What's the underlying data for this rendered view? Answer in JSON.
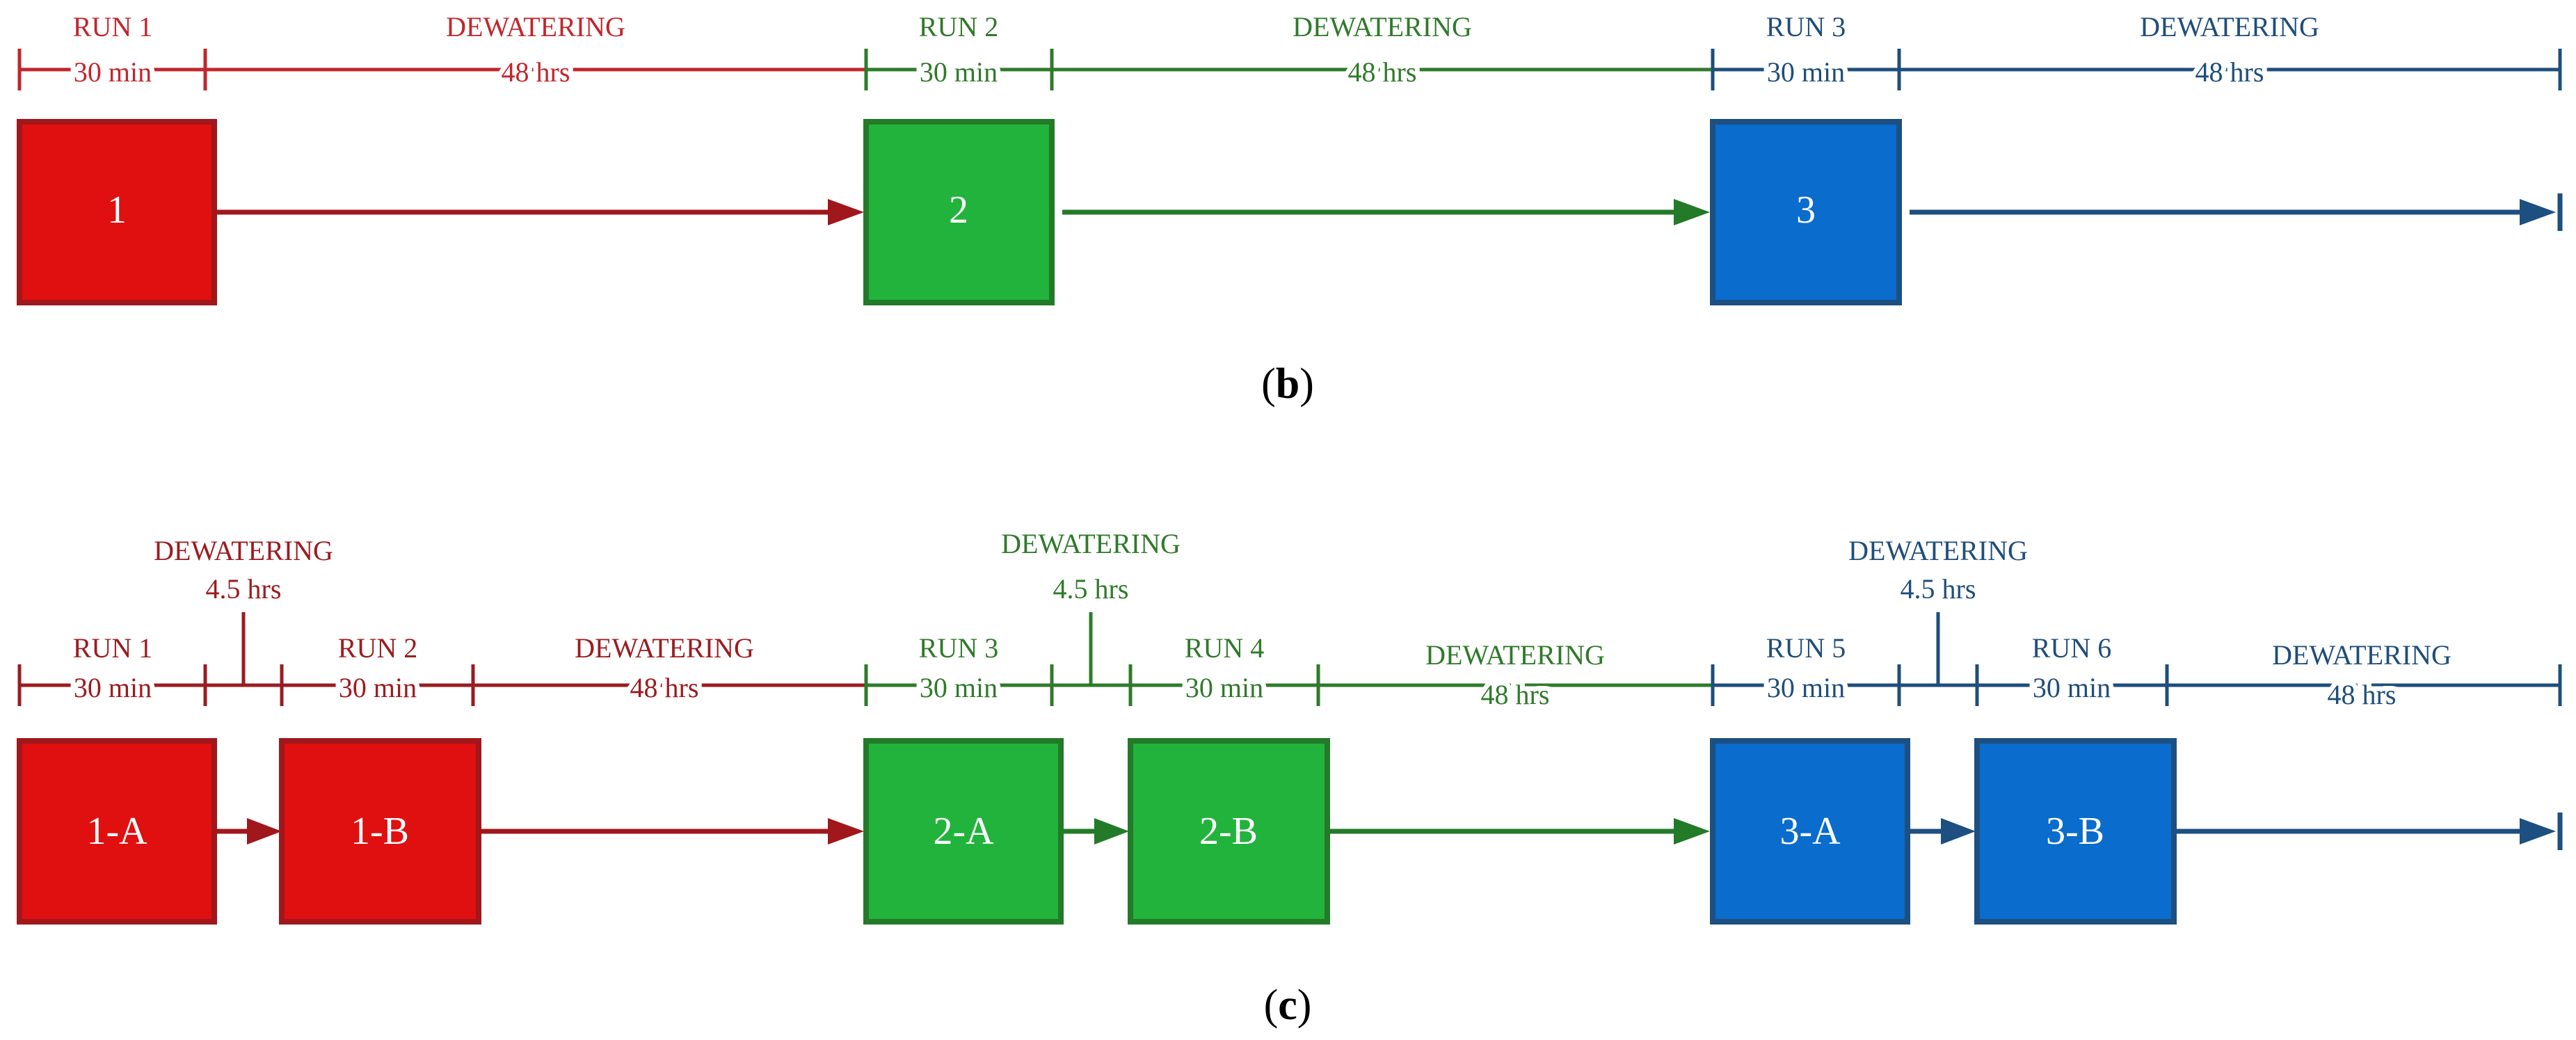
{
  "panel_b": {
    "caption_open": "(",
    "caption_letter": "b",
    "caption_close": ")",
    "segments": [
      {
        "title": "RUN 1",
        "duration": "30 min",
        "color": "#c0272d"
      },
      {
        "title": "DEWATERING",
        "duration": "48 hrs",
        "color": "#c0272d"
      },
      {
        "title": "RUN 2",
        "duration": "30 min",
        "color": "#2f7a2a"
      },
      {
        "title": "DEWATERING",
        "duration": "48 hrs",
        "color": "#2f7a2a"
      },
      {
        "title": "RUN 3",
        "duration": "30 min",
        "color": "#1f4e7a"
      },
      {
        "title": "DEWATERING",
        "duration": "48 hrs",
        "color": "#1f4e7a"
      }
    ],
    "boxes": [
      {
        "label": "1",
        "fill": "#e01010",
        "stroke": "#a0171c"
      },
      {
        "label": "2",
        "fill": "#22b33c",
        "stroke": "#237a28"
      },
      {
        "label": "3",
        "fill": "#0a6ccc",
        "stroke": "#1d4f80"
      }
    ]
  },
  "panel_c": {
    "caption_open": "(",
    "caption_letter": "c",
    "caption_close": ")",
    "segments": [
      {
        "title": "RUN 1",
        "duration": "30 min",
        "color": "#9b1c20"
      },
      {
        "title": "RUN 2",
        "duration": "30 min",
        "color": "#9b1c20"
      },
      {
        "title": "DEWATERING",
        "duration": "48 hrs",
        "color": "#9b1c20"
      },
      {
        "title": "RUN 3",
        "duration": "30 min",
        "color": "#2f7a2a"
      },
      {
        "title": "RUN 4",
        "duration": "30 min",
        "color": "#2f7a2a"
      },
      {
        "title": "DEWATERING",
        "duration": "48 hrs",
        "color": "#2f7a2a"
      },
      {
        "title": "RUN 5",
        "duration": "30 min",
        "color": "#1f4e7a"
      },
      {
        "title": "RUN 6",
        "duration": "30 min",
        "color": "#1f4e7a"
      },
      {
        "title": "DEWATERING",
        "duration": "48 hrs",
        "color": "#1f4e7a"
      }
    ],
    "short_dewatering": [
      {
        "title": "DEWATERING",
        "duration": "4.5 hrs",
        "color": "#9b1c20"
      },
      {
        "title": "DEWATERING",
        "duration": "4.5 hrs",
        "color": "#2f7a2a"
      },
      {
        "title": "DEWATERING",
        "duration": "4.5 hrs",
        "color": "#1f4e7a"
      }
    ],
    "boxes": [
      {
        "label": "1-A",
        "fill": "#e01010",
        "stroke": "#a0171c"
      },
      {
        "label": "1-B",
        "fill": "#e01010",
        "stroke": "#a0171c"
      },
      {
        "label": "2-A",
        "fill": "#22b33c",
        "stroke": "#237a28"
      },
      {
        "label": "2-B",
        "fill": "#22b33c",
        "stroke": "#237a28"
      },
      {
        "label": "3-A",
        "fill": "#0a6ccc",
        "stroke": "#1d4f80"
      },
      {
        "label": "3-B",
        "fill": "#0a6ccc",
        "stroke": "#1d4f80"
      }
    ]
  }
}
